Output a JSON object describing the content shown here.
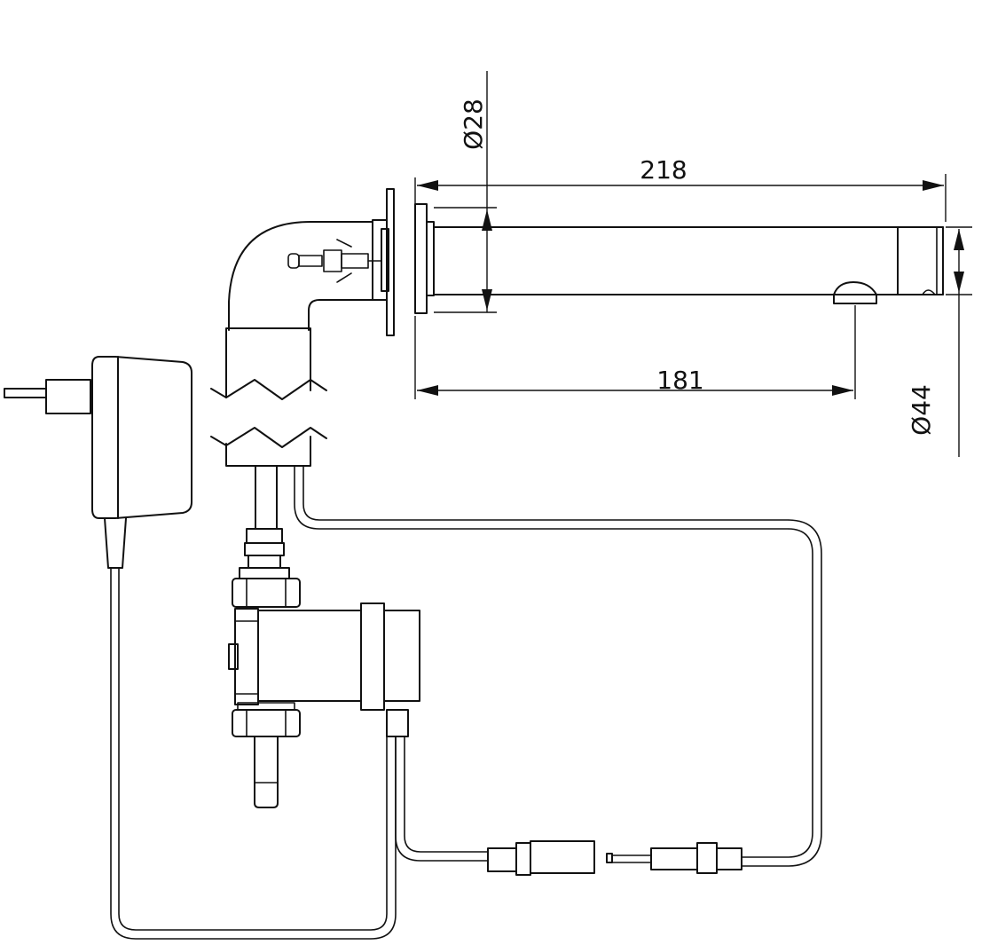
{
  "dimensions": {
    "spout_length": "218",
    "outlet_distance": "181",
    "spout_diameter": "Ø28",
    "flange_diameter": "Ø44"
  }
}
